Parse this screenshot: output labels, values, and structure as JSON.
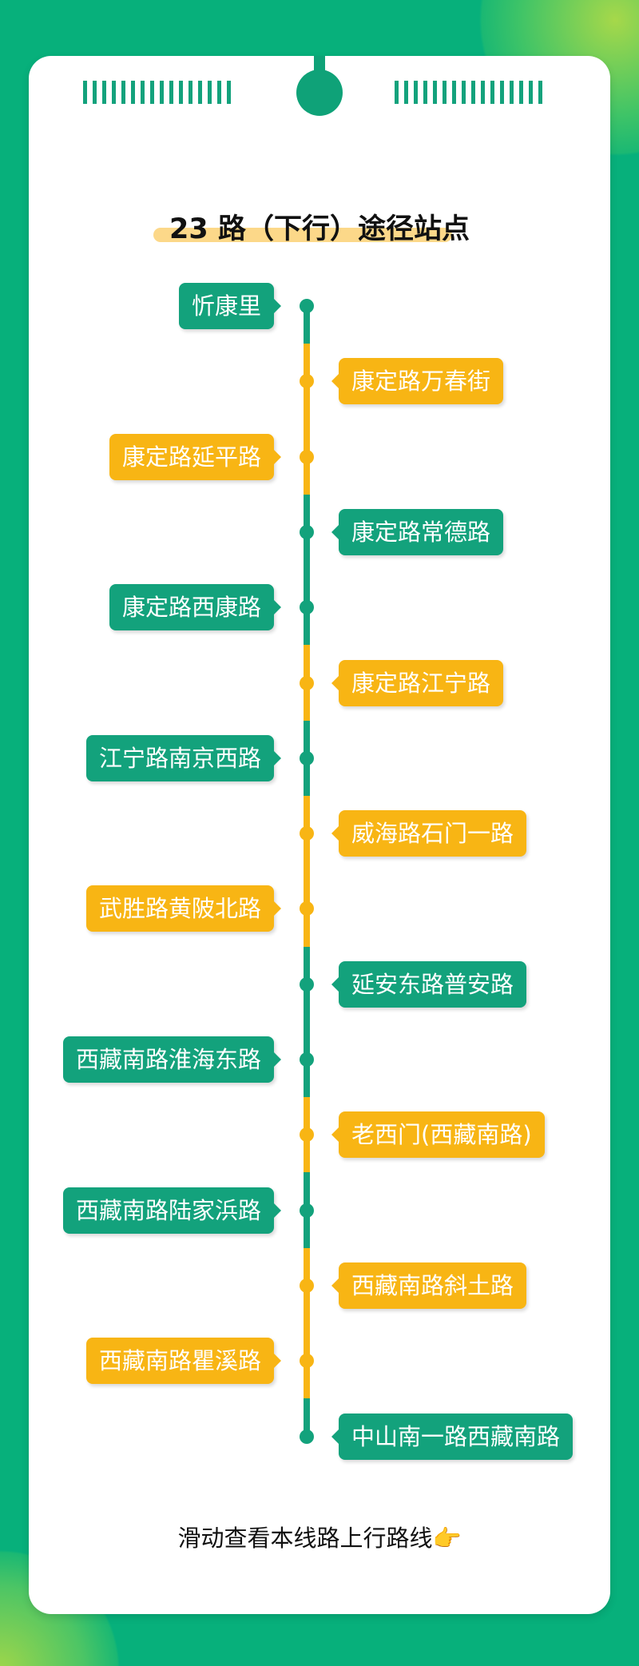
{
  "title": "23 路（下行）途径站点",
  "colors": {
    "green": "#13a27c",
    "orange": "#f8b514",
    "background": "#07b07b"
  },
  "stations": [
    {
      "name": "忻康里",
      "side": "left",
      "color": "green"
    },
    {
      "name": "康定路万春街",
      "side": "right",
      "color": "orange"
    },
    {
      "name": "康定路延平路",
      "side": "left",
      "color": "orange"
    },
    {
      "name": "康定路常德路",
      "side": "right",
      "color": "green"
    },
    {
      "name": "康定路西康路",
      "side": "left",
      "color": "green"
    },
    {
      "name": "康定路江宁路",
      "side": "right",
      "color": "orange"
    },
    {
      "name": "江宁路南京西路",
      "side": "left",
      "color": "green"
    },
    {
      "name": "威海路石门一路",
      "side": "right",
      "color": "orange"
    },
    {
      "name": "武胜路黄陂北路",
      "side": "left",
      "color": "orange"
    },
    {
      "name": "延安东路普安路",
      "side": "right",
      "color": "green"
    },
    {
      "name": "西藏南路淮海东路",
      "side": "left",
      "color": "green"
    },
    {
      "name": "老西门(西藏南路)",
      "side": "right",
      "color": "orange"
    },
    {
      "name": "西藏南路陆家浜路",
      "side": "left",
      "color": "green"
    },
    {
      "name": "西藏南路斜土路",
      "side": "right",
      "color": "orange"
    },
    {
      "name": "西藏南路瞿溪路",
      "side": "left",
      "color": "orange"
    },
    {
      "name": "中山南一路西藏南路",
      "side": "right",
      "color": "green"
    }
  ],
  "footer": {
    "text": "滑动查看本线路上行路线",
    "icon": "pointing-hand-icon",
    "emoji": "👉"
  }
}
